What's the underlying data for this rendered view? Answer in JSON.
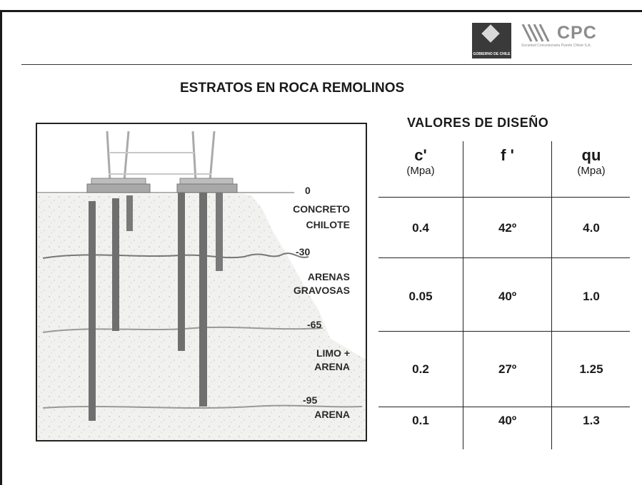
{
  "logos": {
    "gov_text": "GOBIERNO DE CHILE",
    "cpc_word": "CPC",
    "cpc_sub": "Sociedad Concesionaria Puente Chiloé S.A."
  },
  "title": "ESTRATOS EN ROCA REMOLINOS",
  "figure": {
    "labels": {
      "level_0": "0",
      "stratum_1_line1": "CONCRETO",
      "stratum_1_line2": "CHILOTE",
      "level_30": "-30",
      "stratum_2_line1": "ARENAS",
      "stratum_2_line2": "GRAVOSAS",
      "level_65": "-65",
      "stratum_3_line1": "LIMO +",
      "stratum_3_line2": "ARENA",
      "level_95": "-95",
      "stratum_4": "ARENA"
    }
  },
  "table": {
    "title": "VALORES DE DISEÑO",
    "headers": [
      {
        "symbol": "c'",
        "unit": "(Mpa)"
      },
      {
        "symbol": "f '",
        "unit": ""
      },
      {
        "symbol": "qu",
        "unit": "(Mpa)"
      }
    ],
    "rows": [
      [
        "0.4",
        "42º",
        "4.0"
      ],
      [
        "0.05",
        "40º",
        "1.0"
      ],
      [
        "0.2",
        "27º",
        "1.25"
      ],
      [
        "0.1",
        "40º",
        "1.3"
      ]
    ]
  }
}
